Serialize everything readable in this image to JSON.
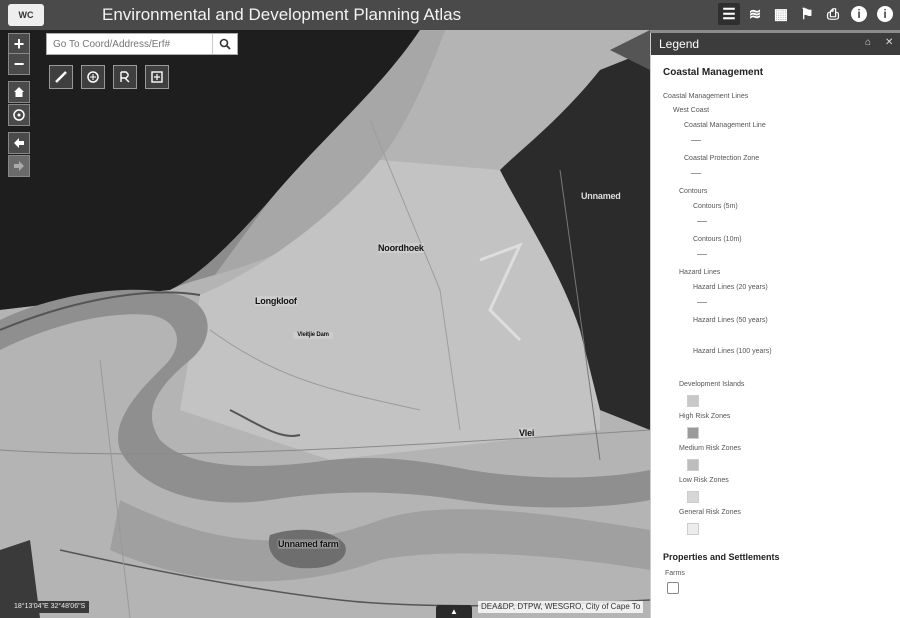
{
  "header": {
    "title": "Environmental and Development Planning Atlas",
    "tools": [
      {
        "name": "legend-list-icon",
        "glyph": "☰",
        "active": true
      },
      {
        "name": "layers-icon",
        "glyph": "≋",
        "active": false
      },
      {
        "name": "basemap-gallery-icon",
        "glyph": "▦",
        "active": false
      },
      {
        "name": "bookmark-icon",
        "glyph": "⚑",
        "active": false
      },
      {
        "name": "print-icon",
        "glyph": "⎙",
        "active": false
      },
      {
        "name": "info-icon",
        "glyph": "i",
        "active": false
      },
      {
        "name": "about-icon",
        "glyph": "i",
        "active": false
      }
    ]
  },
  "map": {
    "search": {
      "placeholder": "Go To Coord/Address/Erf#"
    },
    "zoom_in": "+",
    "zoom_out": "−",
    "place_labels": {
      "noordhoek": "Noordhoek",
      "longkloof": "Longkloof",
      "vlei": "Vlei",
      "unnamed_farm": "Unnamed farm",
      "small_note": "Vleitjie Dam",
      "unnamed_east": "Unnamed"
    },
    "coordinates": "18°13'04\"E 32°48'06\"S",
    "attribution": "DEA&DP, DTPW, WESGRO, City of Cape To",
    "expand_tab": "▲"
  },
  "legend": {
    "title": "Legend",
    "groups": {
      "coastal_management": "Coastal Management",
      "properties": "Properties and Settlements"
    },
    "items": {
      "cm_lines": "Coastal Management Lines",
      "west_coast": "West Coast",
      "cm_line": "Coastal Management Line",
      "cp_zone": "Coastal Protection Zone",
      "contours": "Contours",
      "contours_5m": "Contours (5m)",
      "contours_10m": "Contours (10m)",
      "hazard_lines": "Hazard Lines",
      "hazard_20": "Hazard Lines (20 years)",
      "hazard_50": "Hazard Lines (50 years)",
      "hazard_100": "Hazard Lines (100 years)",
      "dev_islands": "Development Islands",
      "high_risk": "High Risk Zones",
      "medium_risk": "Medium Risk Zones",
      "low_risk": "Low Risk Zones",
      "general_risk": "General Risk Zones",
      "farms": "Farms"
    },
    "colors": {
      "dev_islands": "#c8c8c8",
      "high_risk": "#9a9a9a",
      "medium_risk": "#bdbdbd",
      "low_risk": "#d6d6d6",
      "general_risk": "#ececec"
    }
  }
}
